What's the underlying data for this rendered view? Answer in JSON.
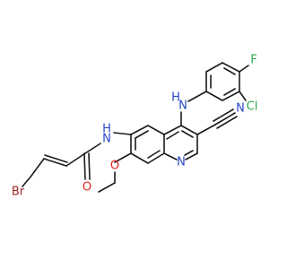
{
  "atoms": {
    "br": {
      "label": "Br",
      "color": "#a62929"
    },
    "o1": {
      "label": "O",
      "color": "#e0231f"
    },
    "nh1": {
      "label": "H",
      "color": "#2a49c8"
    },
    "n1": {
      "label": "N",
      "color": "#2a49c8"
    },
    "nh2": {
      "label": "H",
      "color": "#2a49c8"
    },
    "n2": {
      "label": "N",
      "color": "#2a49c8"
    },
    "f": {
      "label": "F",
      "color": "#29a84a"
    },
    "cl": {
      "label": "Cl",
      "color": "#29a84a"
    },
    "o2": {
      "label": "O",
      "color": "#e0231f"
    },
    "nq": {
      "label": "N",
      "color": "#2a49c8"
    },
    "nc": {
      "label": "N",
      "color": "#2a49c8"
    }
  },
  "bond_color": "#1a1a1a"
}
